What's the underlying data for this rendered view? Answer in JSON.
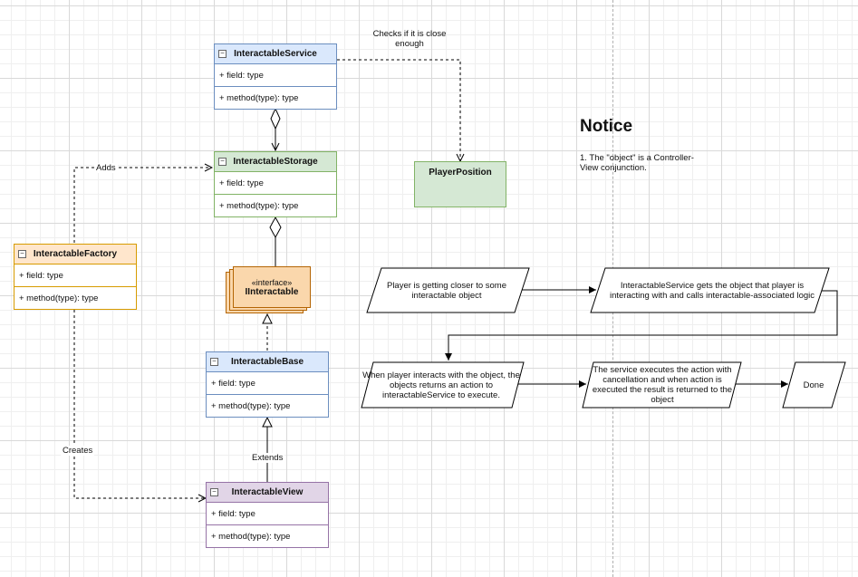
{
  "classes": {
    "service": {
      "name": "InteractableService",
      "field": "+ field: type",
      "method": "+ method(type): type"
    },
    "storage": {
      "name": "InteractableStorage",
      "field": "+ field: type",
      "method": "+ method(type): type"
    },
    "factory": {
      "name": "InteractableFactory",
      "field": "+ field: type",
      "method": "+ method(type): type"
    },
    "base": {
      "name": "InteractableBase",
      "field": "+ field: type",
      "method": "+ method(type): type"
    },
    "view": {
      "name": "InteractableView",
      "field": "+ field: type",
      "method": "+ method(type): type"
    }
  },
  "interface": {
    "stereotype": "«interface»",
    "name": "IInteractable"
  },
  "player_position": {
    "name": "PlayerPosition"
  },
  "edge_labels": {
    "checks": "Checks if it is close enough",
    "adds": "Adds",
    "creates": "Creates",
    "extends": "Extends"
  },
  "notice": {
    "title": "Notice",
    "text": "1. The \"object\" is a Controller-View conjunction."
  },
  "flow": {
    "step1": "Player is getting closer to some interactable object",
    "step2": "InteractableService gets the object that player is interacting with and calls interactable-associated logic",
    "step3": "When player interacts with the object, the objects returns an action to interactableService to execute.",
    "step4": "The service executes the action with cancellation and when action is executed the result is returned to the object",
    "step5": "Done"
  },
  "colors": {
    "blue_fill": "#dae8fc",
    "blue_stroke": "#6c8ebf",
    "green_fill": "#d5e8d4",
    "green_stroke": "#82b366",
    "orange_fill": "#ffe6cc",
    "orange_stroke": "#d79b00",
    "purple_fill": "#e1d5e7",
    "purple_stroke": "#9673a6",
    "interface_fill": "#fad7ac",
    "interface_stroke": "#b46504"
  }
}
